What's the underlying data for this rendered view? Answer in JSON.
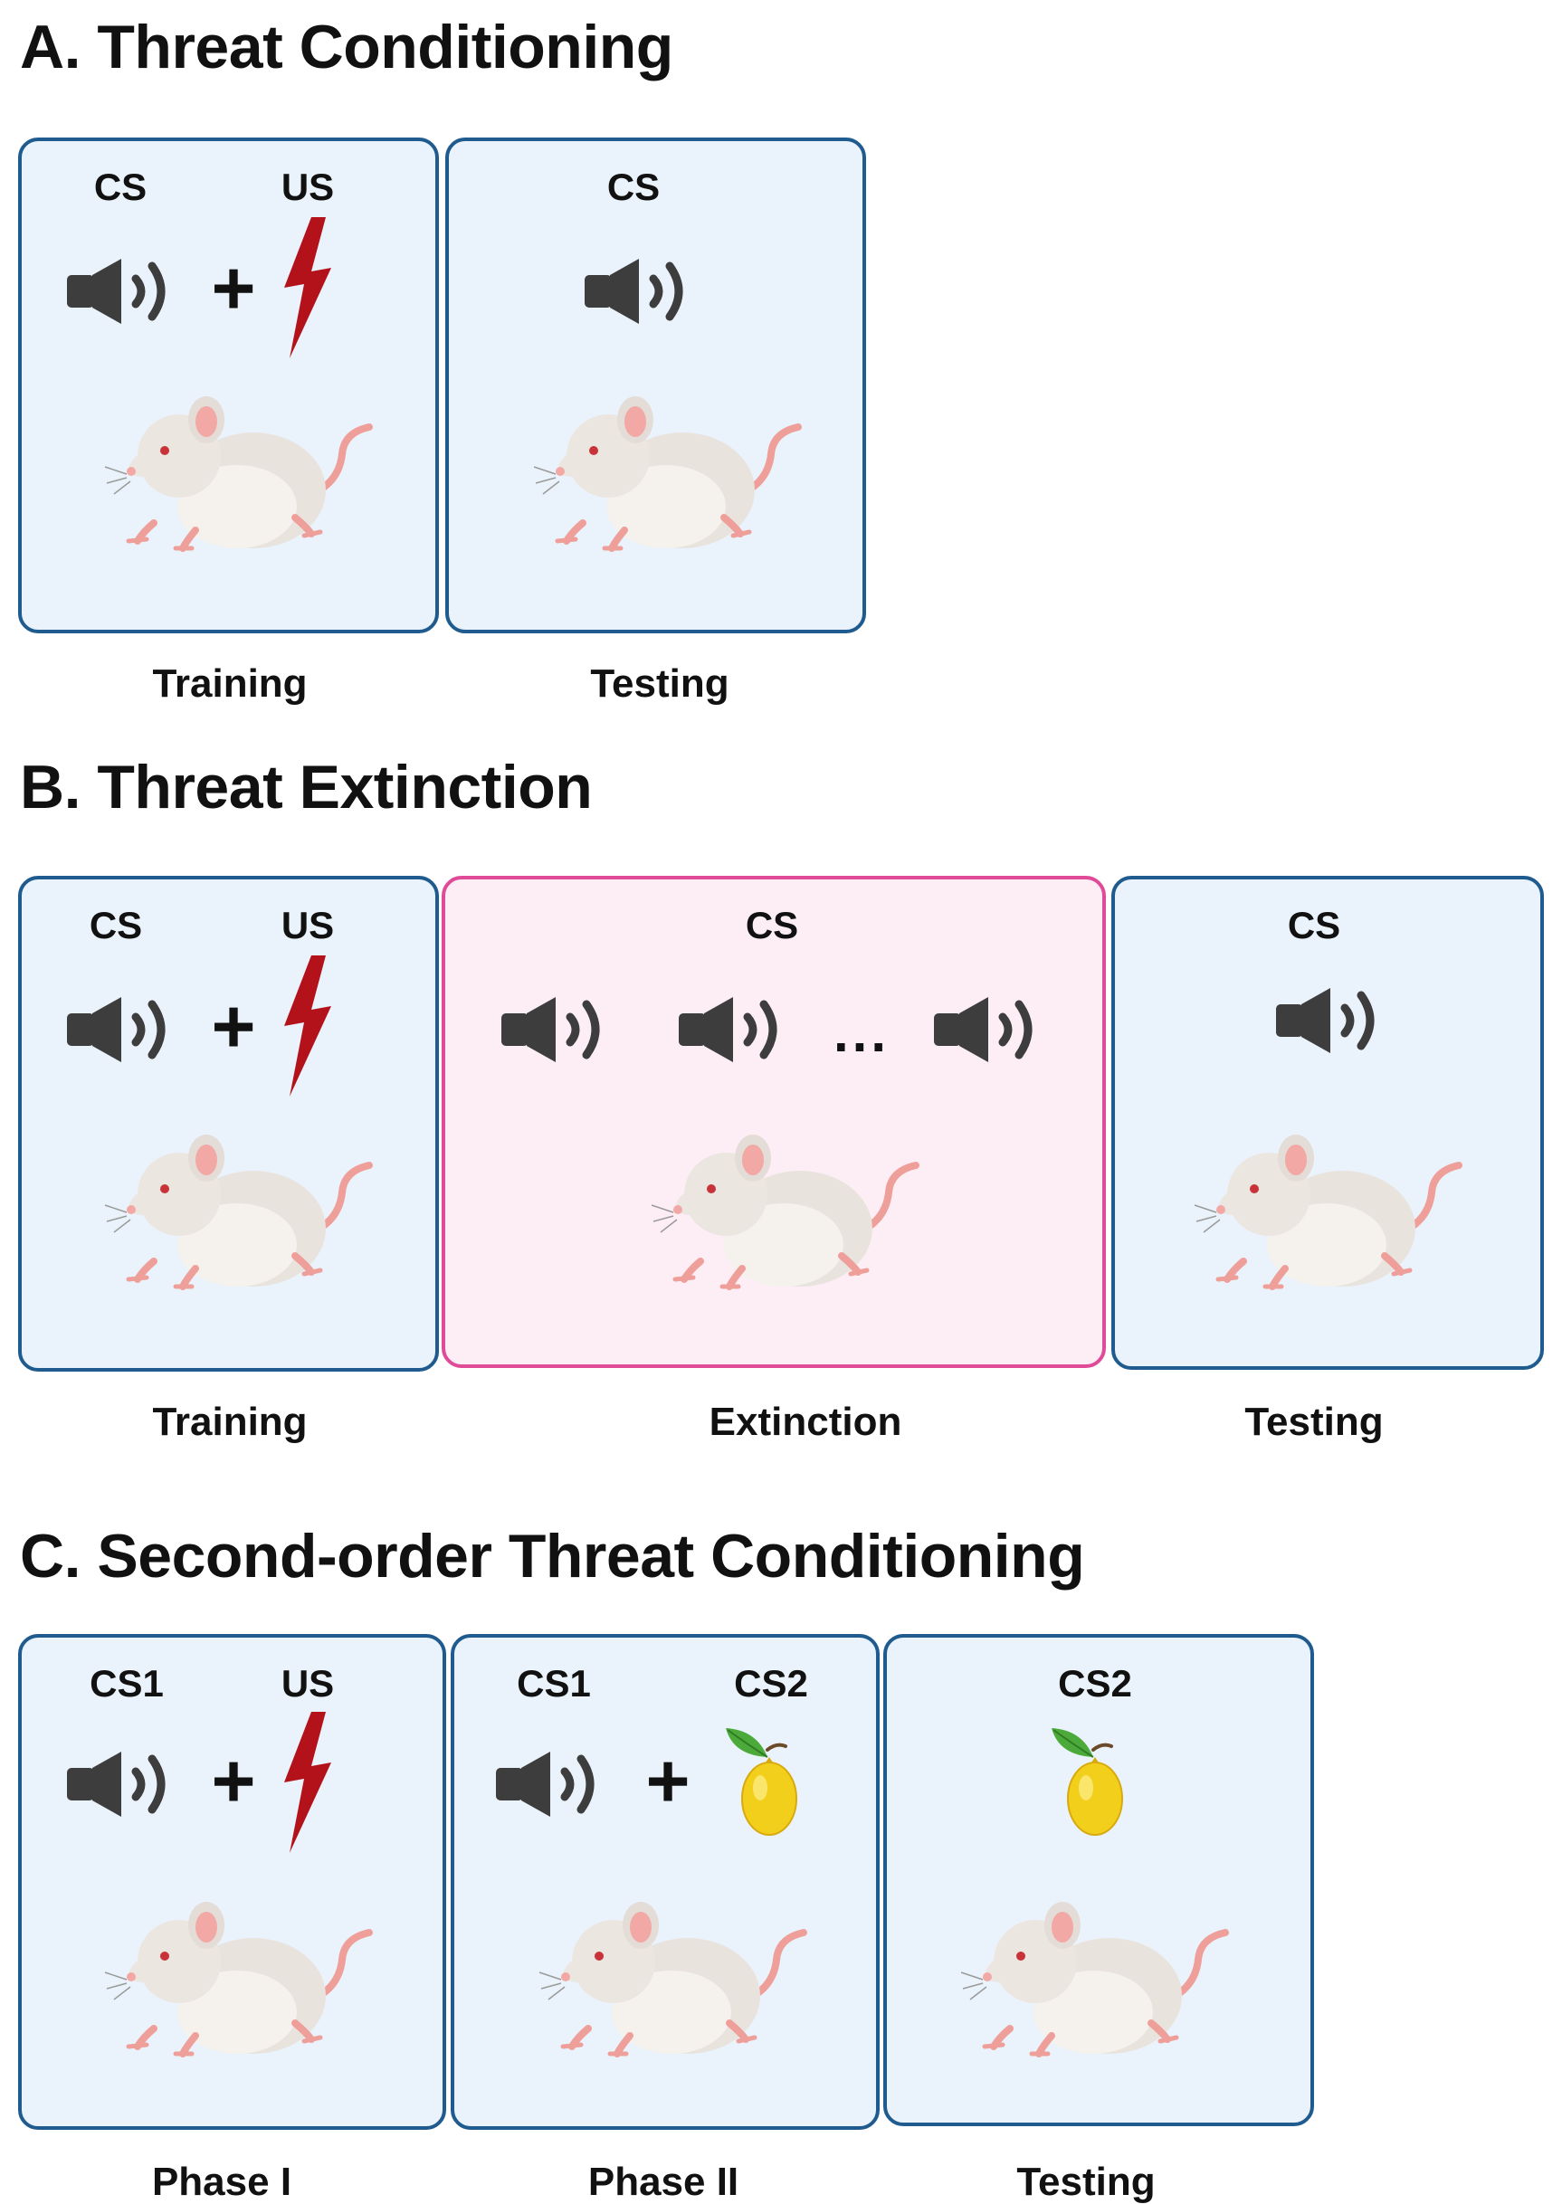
{
  "sections": [
    {
      "heading": "A. Threat Conditioning",
      "panels": [
        {
          "label_left": "CS",
          "label_right": "US",
          "caption": "Training"
        },
        {
          "label_center": "CS",
          "caption": "Testing"
        }
      ]
    },
    {
      "heading": "B. Threat Extinction",
      "panels": [
        {
          "label_left": "CS",
          "label_right": "US",
          "caption": "Training"
        },
        {
          "label_center": "CS",
          "caption": "Extinction",
          "ellipsis": "..."
        },
        {
          "label_center": "CS",
          "caption": "Testing"
        }
      ]
    },
    {
      "heading": "C. Second-order Threat Conditioning",
      "panels": [
        {
          "label_left": "CS1",
          "label_right": "US",
          "caption": "Phase I"
        },
        {
          "label_left": "CS1",
          "label_right": "CS2",
          "caption": "Phase II"
        },
        {
          "label_center": "CS2",
          "caption": "Testing"
        }
      ]
    }
  ],
  "plus_sign": "+",
  "icons": {
    "tone": "speaker-icon",
    "shock": "lightning-bolt-icon",
    "odor": "lemon-icon",
    "subject": "rat-icon"
  },
  "colors": {
    "panel_border": "#1f5b8e",
    "panel_fill": "#eaf3fb",
    "extinction_border": "#e04b98",
    "extinction_fill": "#fdeef6",
    "speaker": "#3d3d3d",
    "bolt": "#b3121a",
    "lemon": "#f2cf1a",
    "leaf": "#4caa3a"
  }
}
